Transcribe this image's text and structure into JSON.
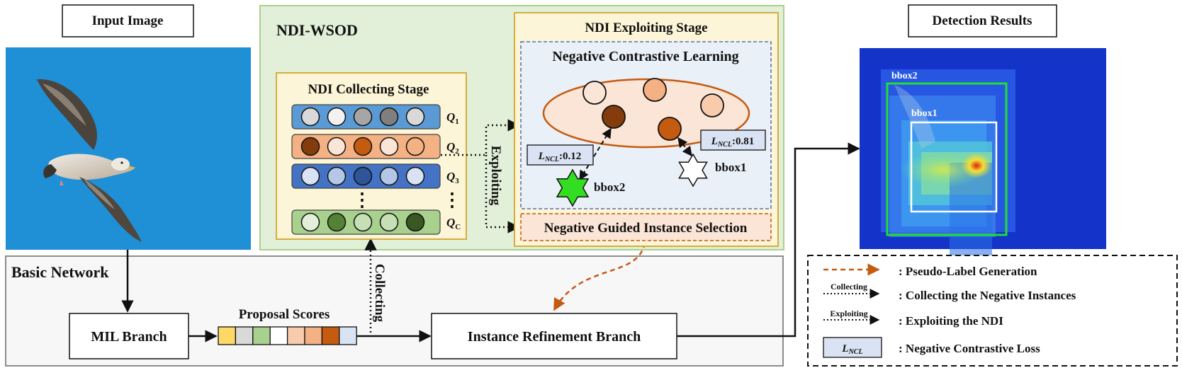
{
  "titles": {
    "input_image": "Input Image",
    "detection_results": "Detection Results",
    "ndi_wsod": "NDI-WSOD",
    "collecting_stage": "NDI Collecting Stage",
    "exploiting_stage": "NDI Exploiting Stage",
    "ncl": "Negative Contrastive Learning",
    "ngis": "Negative Guided Instance Selection",
    "basic_network": "Basic Network",
    "proposal_scores": "Proposal Scores"
  },
  "queues": [
    {
      "label": "Q",
      "sub": "1",
      "bg": "#5b9bd5",
      "circles": [
        "#d9d9d9",
        "#f2f2f2",
        "#a6a6a6",
        "#7f7f7f",
        "#d9d9d9"
      ]
    },
    {
      "label": "Q",
      "sub": "2",
      "bg": "#f4b183",
      "circles": [
        "#843c0c",
        "#fbe5d6",
        "#c55a11",
        "#fbe5d6",
        "#f4b183"
      ]
    },
    {
      "label": "Q",
      "sub": "3",
      "bg": "#4472c4",
      "circles": [
        "#dae3f3",
        "#b4c7e7",
        "#2f5597",
        "#b4c7e7",
        "#dae3f3"
      ]
    },
    {
      "label": "Q",
      "sub": "C",
      "bg": "#a9d18e",
      "circles": [
        "#e2f0d9",
        "#548235",
        "#c5e0b4",
        "#c5e0b4",
        "#385723"
      ]
    }
  ],
  "dots": "⋮",
  "labels": {
    "exploiting": "Exploiting",
    "collecting": "Collecting",
    "mil_branch": "MIL Branch",
    "irb": "Instance Refinement Branch",
    "bbox1": "bbox1",
    "bbox2": "bbox2",
    "loss_main": "L",
    "loss_sub": "NCL",
    "loss1_value": ":0.12",
    "loss2_value": ":0.81",
    "det_bbox1": "bbox1",
    "det_bbox2": "bbox2"
  },
  "proposal_colors": [
    "#ffd966",
    "#d9d9d9",
    "#a9d18e",
    "#ffffff",
    "#f8cbad",
    "#f4b183",
    "#c55a11",
    "#dae3f3"
  ],
  "legend": {
    "pseudo": ": Pseudo-Label Generation",
    "collecting_small": "Collecting",
    "collecting": ": Collecting the Negative Instances",
    "exploiting_small": "Exploiting",
    "exploiting": ": Exploiting the NDI",
    "ncl_key_main": "L",
    "ncl_key_sub": "NCL",
    "ncl": ": Negative Contrastive Loss"
  },
  "colors": {
    "ndi_panel": "#e2efd9",
    "ndi_border": "#a9d18e",
    "stage_fill": "#fdf5d7",
    "stage_border": "#d4a72c",
    "ncl_fill": "#eaf0f8",
    "ellipse_fill": "#fbe5d6",
    "ellipse_stroke": "#c55a11",
    "ngis_fill": "#fbe5d6",
    "pseudo_arrow": "#c55a11",
    "loss_fill": "#dae3f3",
    "star_green": "#33dd22",
    "sky": "#1f8fd6",
    "heatmap_bg": "#1433c8",
    "green_box": "#22dd33",
    "basic_fill": "#f7f7f7",
    "basic_border": "#8c8c8c"
  }
}
